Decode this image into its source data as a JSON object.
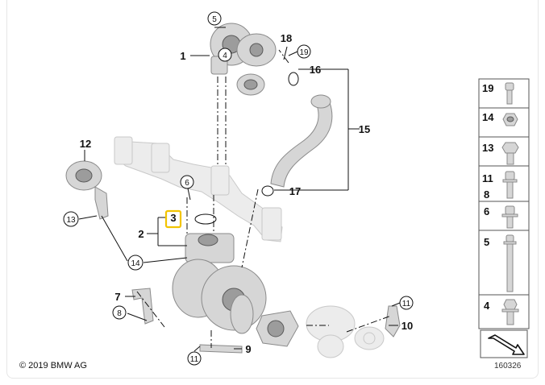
{
  "callouts": {
    "c1": "1",
    "c2": "2",
    "c3": "3",
    "c4": "4",
    "c5": "5",
    "c6": "6",
    "c7": "7",
    "c8": "8",
    "c9": "9",
    "c10": "10",
    "c11a": "11",
    "c11b": "11",
    "c12": "12",
    "c13": "13",
    "c14": "14",
    "c15": "15",
    "c16": "16",
    "c17": "17",
    "c18": "18",
    "c19": "19"
  },
  "highlighted_callout": "3",
  "fastener_legend": [
    {
      "label": "19",
      "icon": "bolt-icon"
    },
    {
      "label": "14",
      "icon": "hex-nut-icon"
    },
    {
      "label": "13",
      "icon": "hex-bolt-icon"
    },
    {
      "label": "11",
      "icon": "collar-bolt-icon"
    },
    {
      "label": "8",
      "icon": "collar-bolt-icon"
    },
    {
      "label": "6",
      "icon": "flange-bolt-icon"
    },
    {
      "label": "5",
      "icon": "stud-bolt-icon"
    },
    {
      "label": "4",
      "icon": "flange-bolt-icon"
    }
  ],
  "copyright": "© 2019 BMW AG",
  "diagram_id": "160326",
  "colors": {
    "highlight": "#f2c400",
    "part": "#d6d6d6",
    "line": "#111111"
  }
}
